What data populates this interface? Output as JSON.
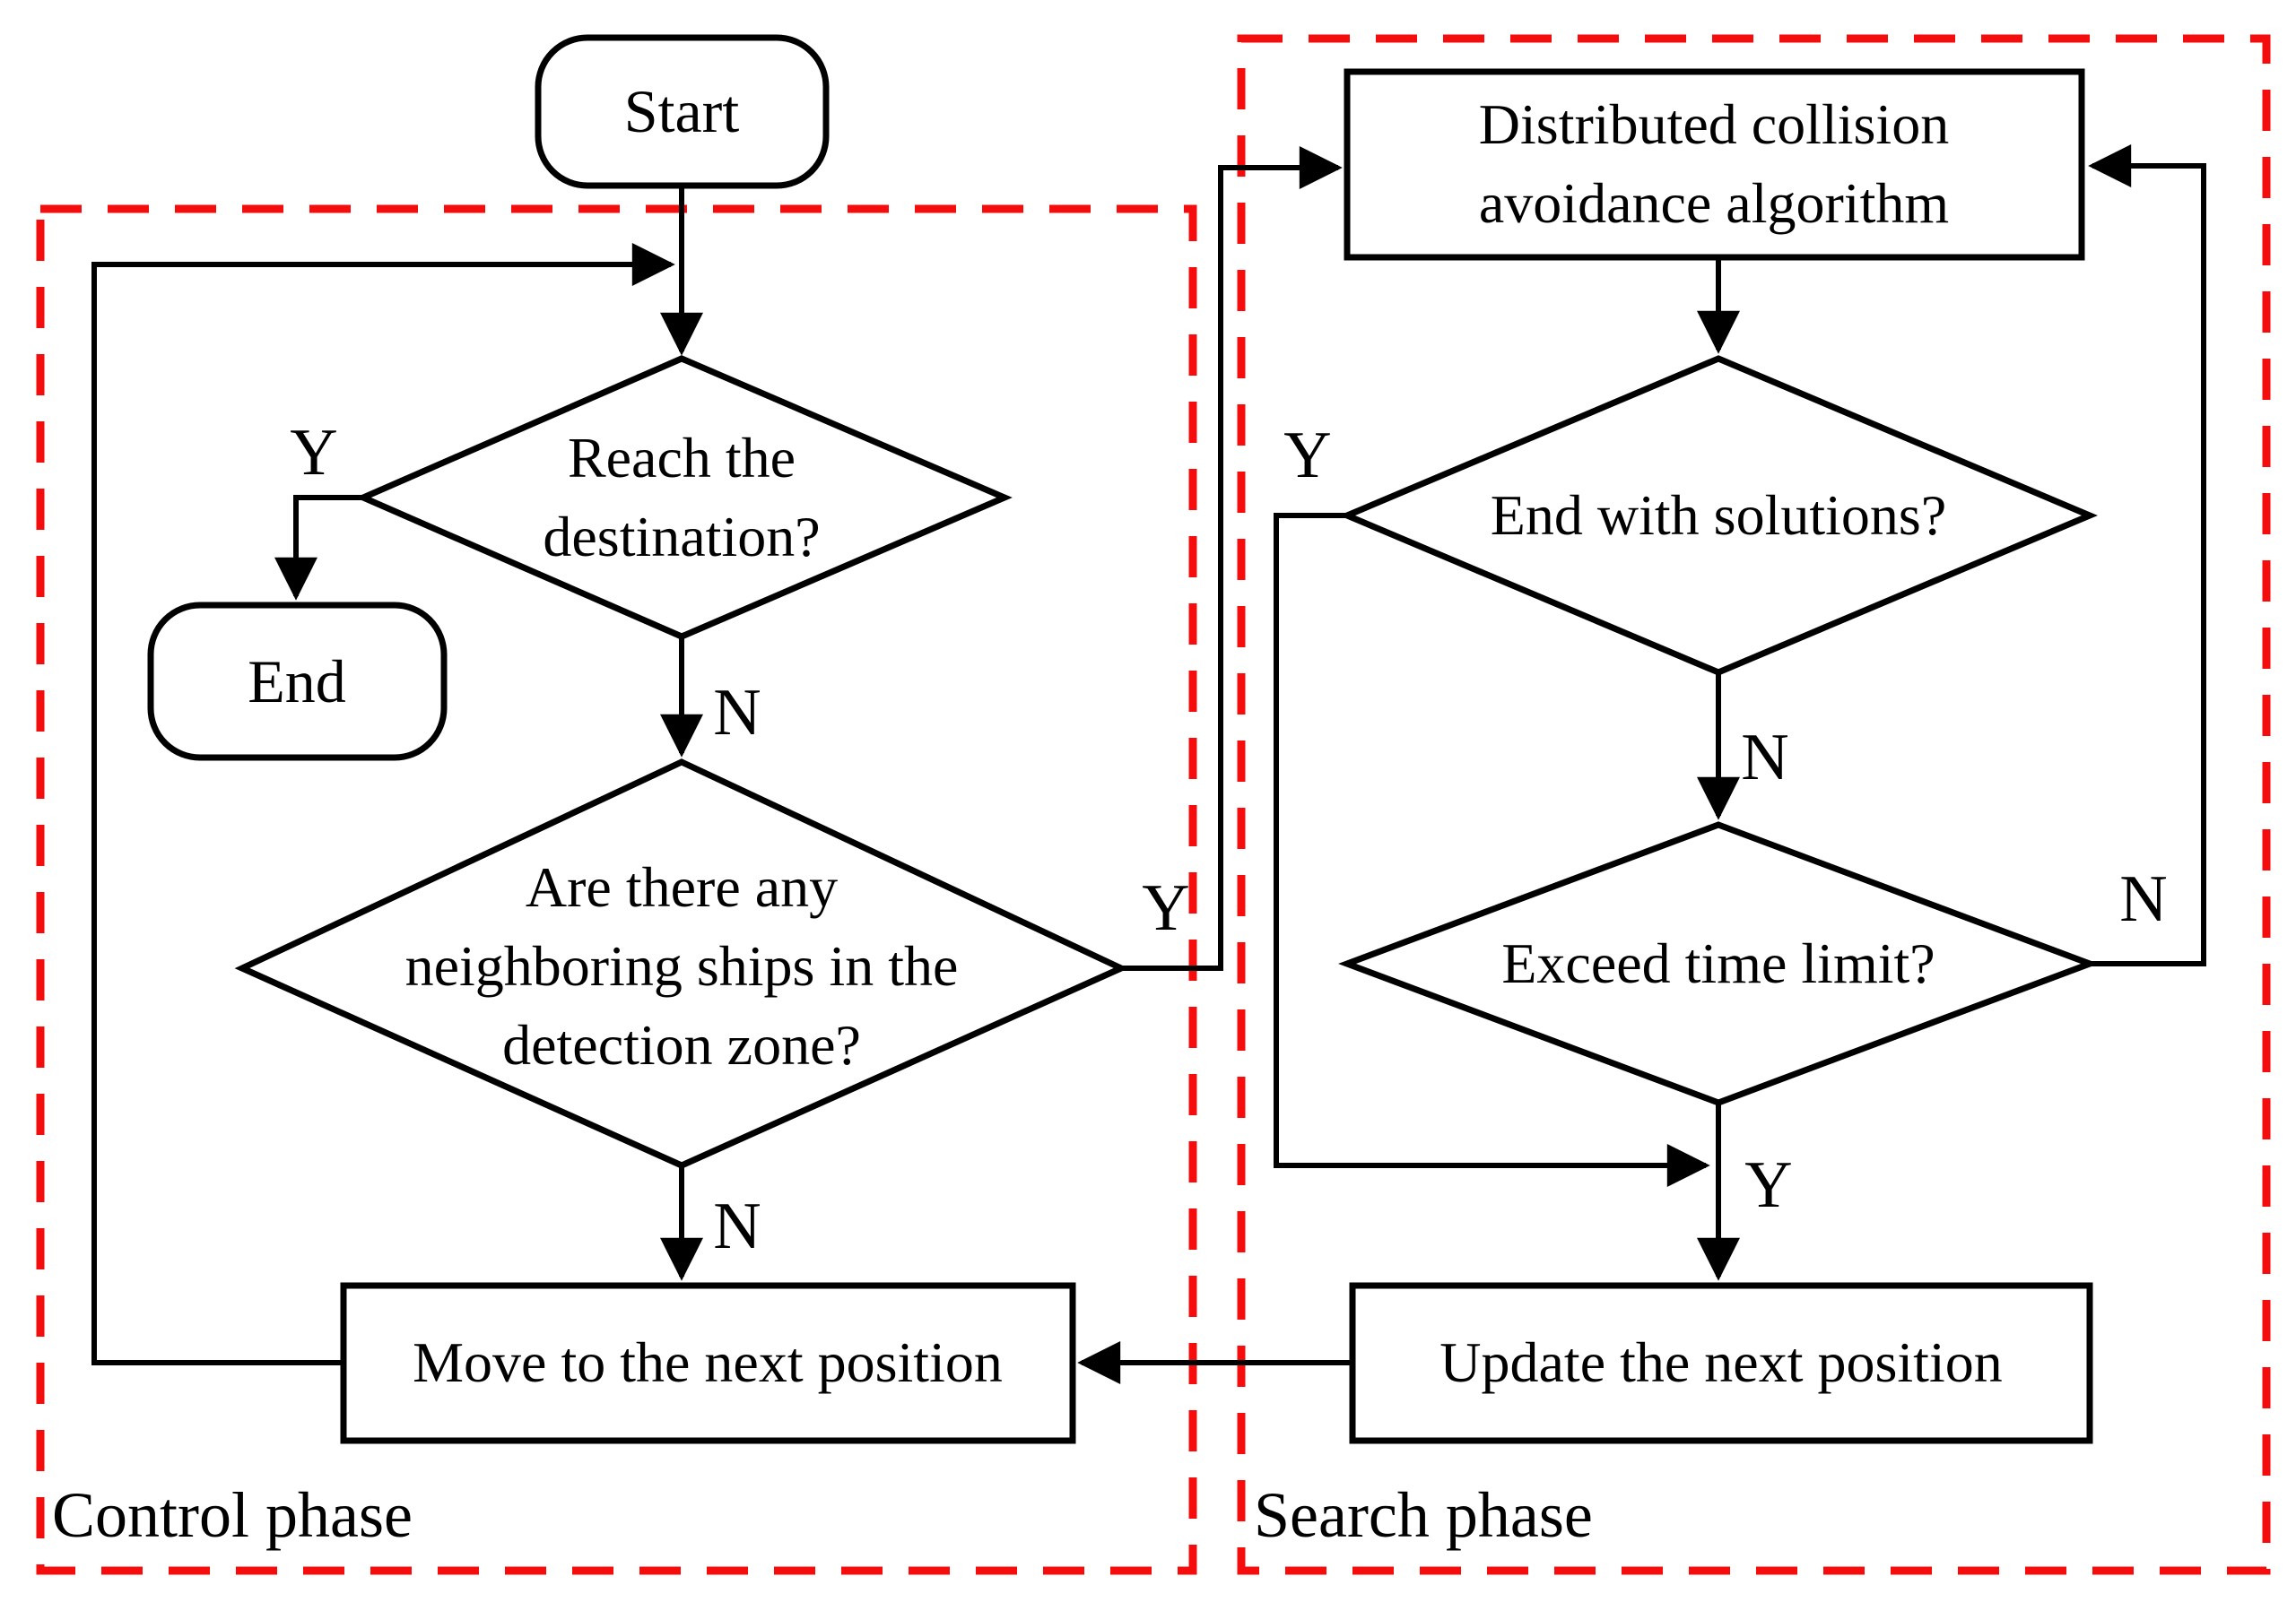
{
  "figure": {
    "type": "flowchart",
    "background": "#ffffff"
  },
  "colors": {
    "line": "#000000",
    "phase_box": "#f50d0d"
  },
  "phases": {
    "control": {
      "label": "Control phase"
    },
    "search": {
      "label": "Search phase"
    }
  },
  "nodes": {
    "start": {
      "shape": "rounded",
      "label": "Start"
    },
    "end": {
      "shape": "rounded",
      "label": "End"
    },
    "reach_destination": {
      "shape": "diamond",
      "lines": [
        "Reach the",
        "destination?"
      ]
    },
    "neighboring_ships": {
      "shape": "diamond",
      "lines": [
        "Are there any",
        "neighboring ships in the",
        "detection zone?"
      ]
    },
    "move_next": {
      "shape": "rect",
      "label": "Move to the next position"
    },
    "distributed_algorithm": {
      "shape": "rect",
      "lines": [
        "Distributed collision",
        "avoidance algorithm"
      ]
    },
    "end_with_solutions": {
      "shape": "diamond",
      "label": "End with solutions?"
    },
    "exceed_time_limit": {
      "shape": "diamond",
      "label": "Exceed time limit?"
    },
    "update_next": {
      "shape": "rect",
      "label": "Update the next position"
    }
  },
  "branch_labels": {
    "reach_yes": "Y",
    "reach_no": "N",
    "ships_yes": "Y",
    "ships_no": "N",
    "solutions_yes": "Y",
    "solutions_no": "N",
    "time_yes": "Y",
    "time_no": "N"
  }
}
